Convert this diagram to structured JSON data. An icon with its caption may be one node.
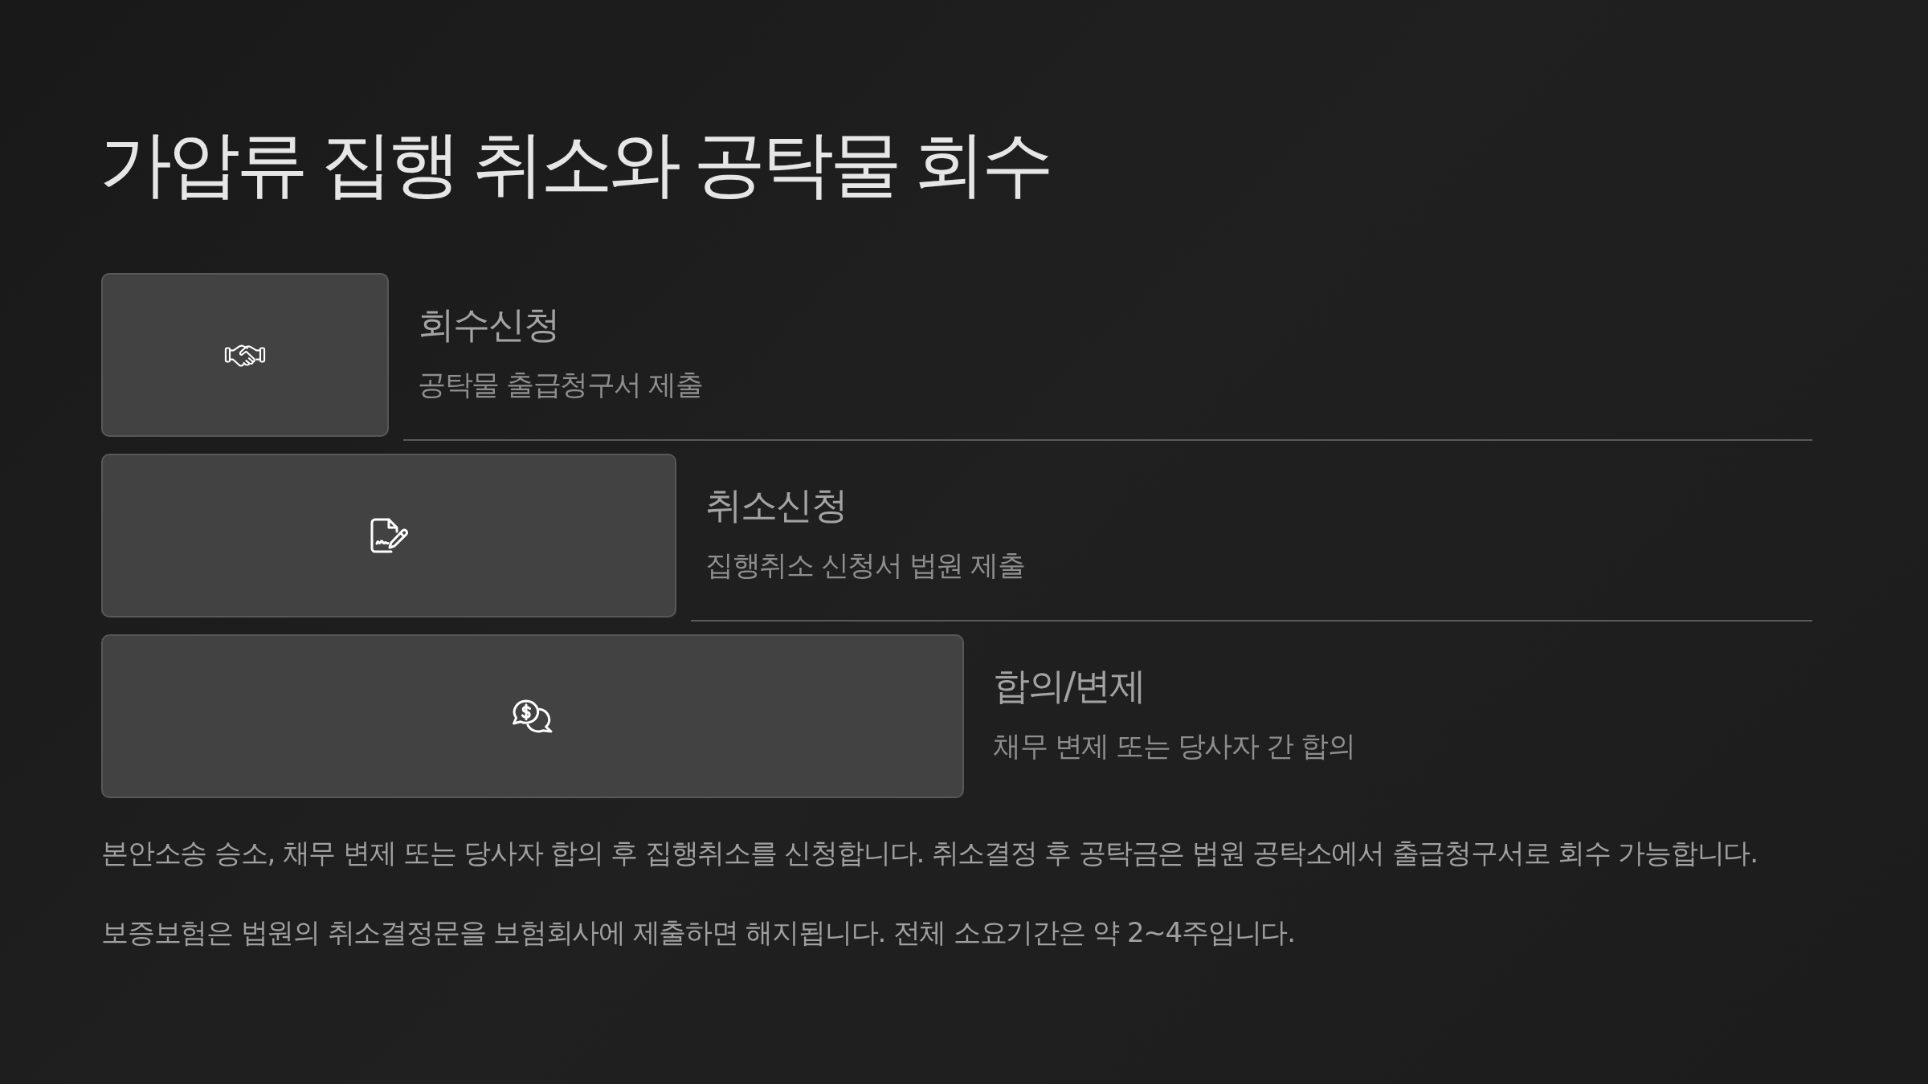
{
  "diagram": {
    "title": "가압류 집행 취소와 공탁물 회수",
    "nodes": [
      {
        "text": [
          "회수신청",
          "공탁물 출급청구서 제출"
        ]
      },
      {
        "text": [
          "취소신청",
          "집행취소 신청서 법원 제출"
        ]
      },
      {
        "text": [
          "합의/변제",
          "채무 변제 또는 당사자 간 합의"
        ]
      }
    ],
    "labels": [
      "본안소송 승소, 채무 변제 또는 당사자 합의 후 집행취소를 신청합니다. 취소결정 후 공탁금은 법원 공탁소에서 출급청구서로 회수 가능합니다.",
      "보증보험은 법원의 취소결정문을 보험회사에 제출하면 해지됩니다. 전체 소요기간은 약 2~4주입니다."
    ]
  }
}
